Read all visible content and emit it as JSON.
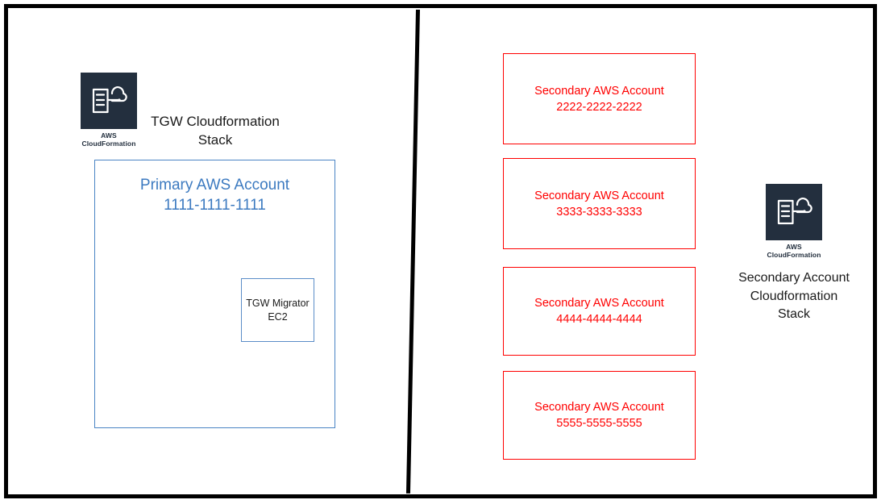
{
  "diagram": {
    "frame": {
      "border_color": "#000000",
      "divider_name": "vertical-divider-line"
    },
    "left_panel": {
      "icon": {
        "name": "aws-cloudformation-icon",
        "caption_line1": "AWS",
        "caption_line2": "CloudFormation",
        "square_color": "#232F3E"
      },
      "stack_title_line1": "TGW Cloudformation",
      "stack_title_line2": "Stack",
      "primary_account": {
        "border_color": "#4A84C4",
        "text_color": "#3C7AC0",
        "title": "Primary AWS Account",
        "account_id": "1111-1111-1111",
        "resource": {
          "label_line1": "TGW Migrator",
          "label_line2": "EC2"
        }
      }
    },
    "right_panel": {
      "accent_color": "#FF0000",
      "secondary_accounts": [
        {
          "title": "Secondary AWS Account",
          "account_id": "2222-2222-2222"
        },
        {
          "title": "Secondary AWS Account",
          "account_id": "3333-3333-3333"
        },
        {
          "title": "Secondary AWS Account",
          "account_id": "4444-4444-4444"
        },
        {
          "title": "Secondary AWS Account",
          "account_id": "5555-5555-5555"
        }
      ],
      "icon": {
        "name": "aws-cloudformation-icon",
        "caption_line1": "AWS",
        "caption_line2": "CloudFormation",
        "square_color": "#232F3E"
      },
      "stack_title_line1": "Secondary Account",
      "stack_title_line2": "Cloudformation",
      "stack_title_line3": "Stack"
    }
  }
}
